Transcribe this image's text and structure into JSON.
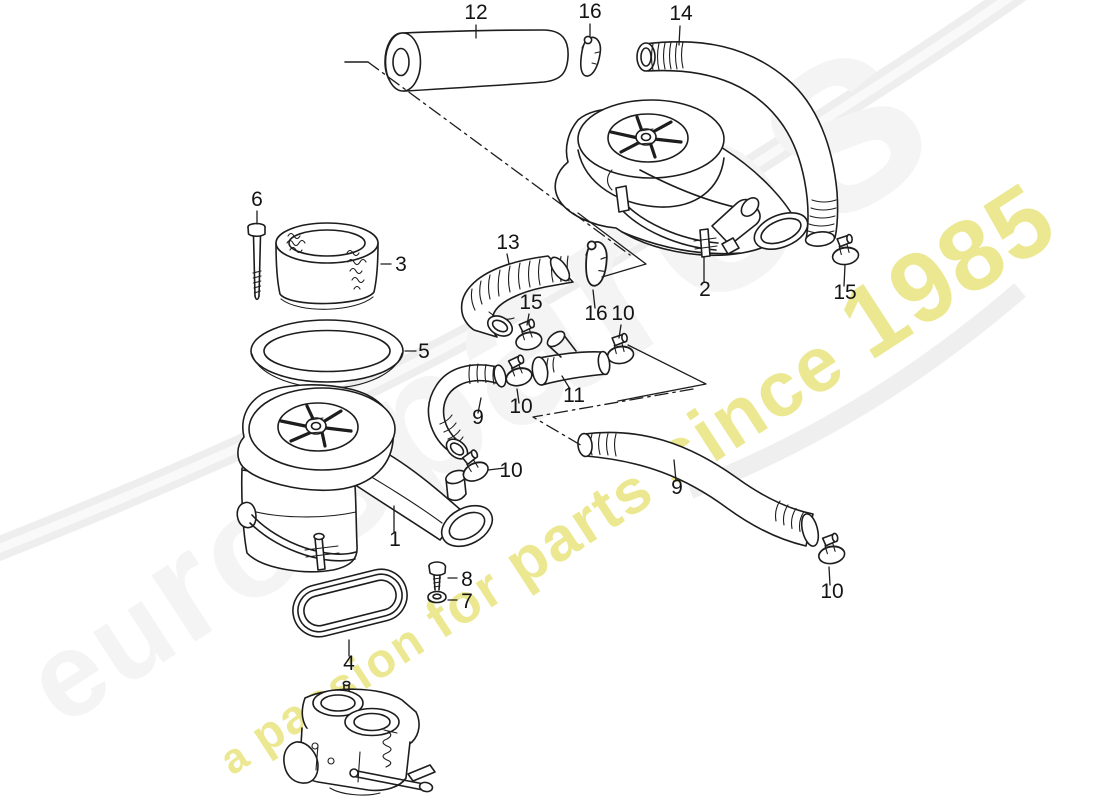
{
  "watermark": {
    "brand": "eurospares",
    "tagline": "a passion for parts since 1985",
    "brand_fill": "#f4f4f4",
    "brand_outline": "#e3e3e3",
    "tagline_color": "#eae687",
    "swoosh_color": "#eeeeee"
  },
  "diagram": {
    "description": "exploded parts diagram - air cleaner with hoses, clamps and carburetor",
    "line_color": "#1d1d1d",
    "background": "#ffffff",
    "callouts": [
      {
        "part": "12"
      },
      {
        "part": "16"
      },
      {
        "part": "14"
      },
      {
        "part": "6"
      },
      {
        "part": "3"
      },
      {
        "part": "13"
      },
      {
        "part": "15"
      },
      {
        "part": "16"
      },
      {
        "part": "10"
      },
      {
        "part": "2"
      },
      {
        "part": "15"
      },
      {
        "part": "5"
      },
      {
        "part": "11"
      },
      {
        "part": "9"
      },
      {
        "part": "10"
      },
      {
        "part": "10"
      },
      {
        "part": "1"
      },
      {
        "part": "9"
      },
      {
        "part": "10"
      },
      {
        "part": "8"
      },
      {
        "part": "7"
      },
      {
        "part": "4"
      }
    ]
  }
}
